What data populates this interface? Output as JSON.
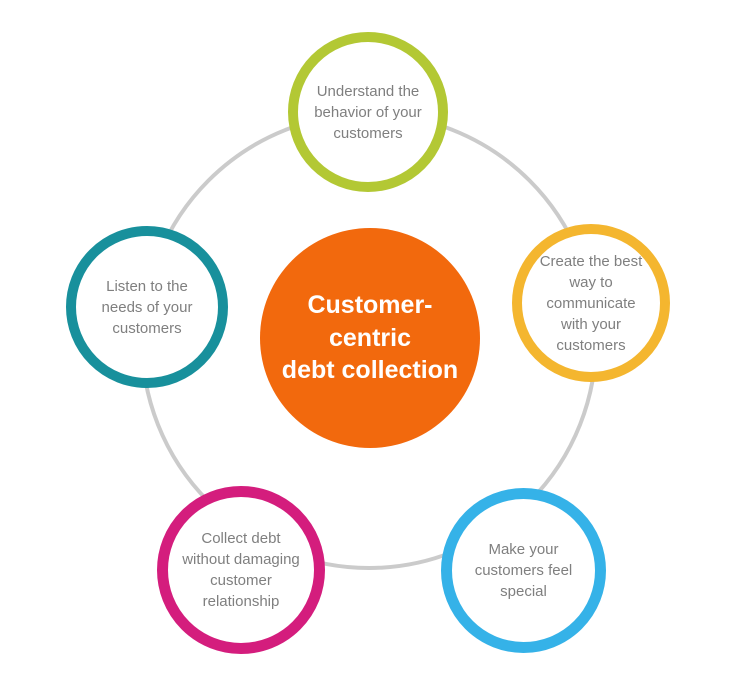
{
  "diagram": {
    "background": "#ffffff",
    "ring_color": "#cbcbcb",
    "label_color": "#7f7f7f",
    "center": {
      "label": "Customer-centric\ndebt collection",
      "color": "#f2690d",
      "text_color": "#ffffff"
    },
    "nodes": [
      {
        "id": "understand-behavior",
        "position": "top",
        "label": "Understand the\nbehavior of your\ncustomers",
        "color": "#b3c834"
      },
      {
        "id": "communicate",
        "position": "right",
        "label": "Create the best\nway to communicate\nwith your customers",
        "color": "#f4b62f"
      },
      {
        "id": "feel-special",
        "position": "bottom-right",
        "label": "Make your\ncustomers feel\nspecial",
        "color": "#35b2e8"
      },
      {
        "id": "collect-debt",
        "position": "bottom-left",
        "label": "Collect debt\nwithout damaging\ncustomer\nrelationship",
        "color": "#d41d7d"
      },
      {
        "id": "listen-needs",
        "position": "left",
        "label": "Listen to the\nneeds of your\ncustomers",
        "color": "#18909c"
      }
    ]
  }
}
